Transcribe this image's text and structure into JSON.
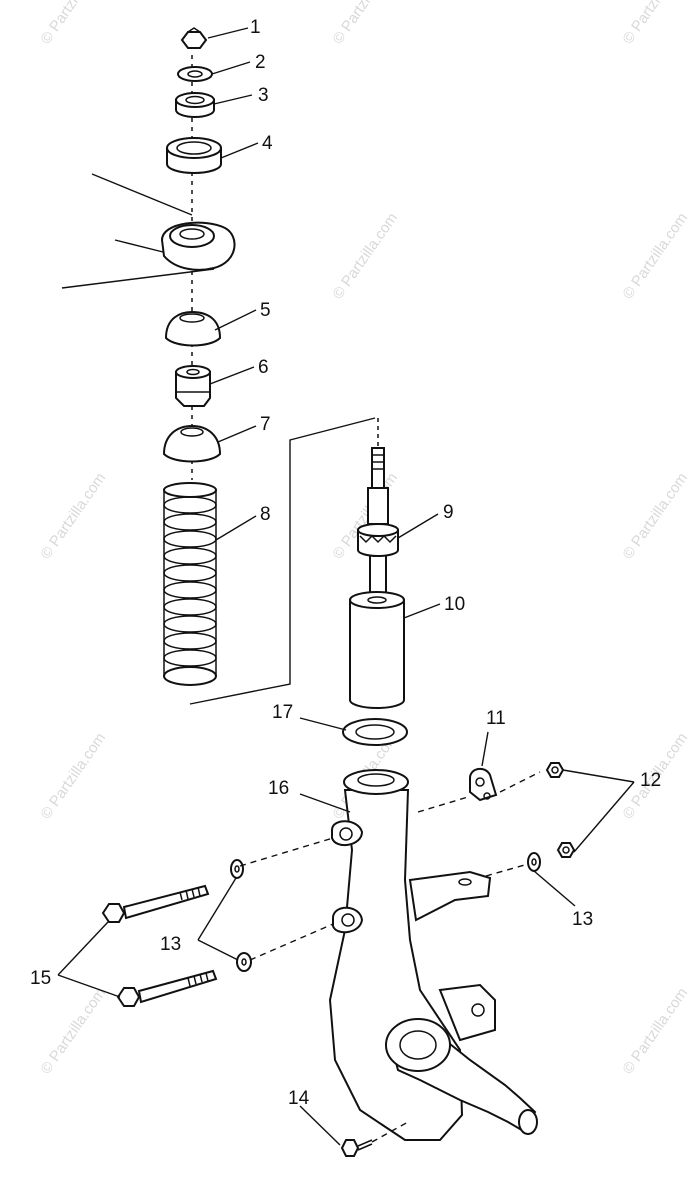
{
  "watermark": "© Partzilla.com",
  "callouts": [
    "1",
    "2",
    "3",
    "4",
    "5",
    "6",
    "7",
    "8",
    "9",
    "10",
    "11",
    "12",
    "13",
    "13",
    "14",
    "15",
    "16",
    "17"
  ],
  "colors": {
    "ink": "#111111",
    "watermark": "#d9d9d9",
    "background": "#ffffff"
  }
}
